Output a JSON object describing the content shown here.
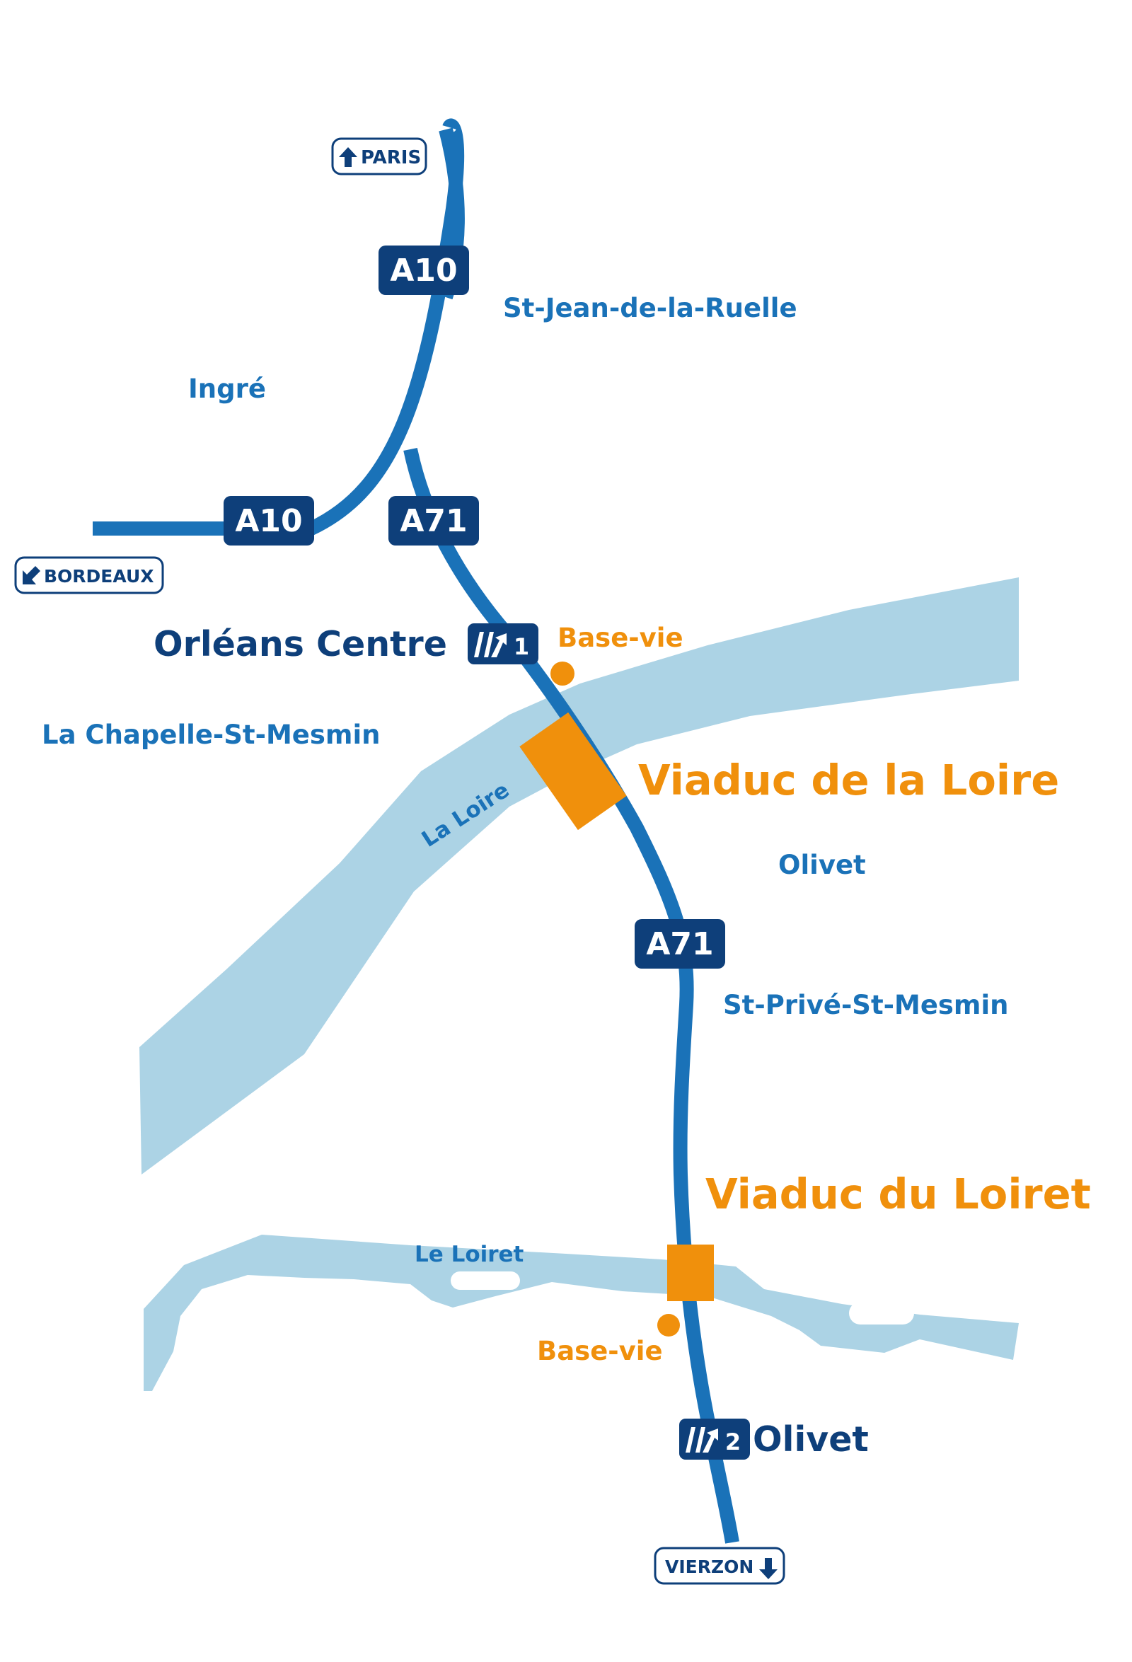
{
  "colors": {
    "road": "#1a72b8",
    "shield": "#0e3f7a",
    "water": "#acd3e5",
    "highlight": "#f0900c",
    "place": "#1a72b8",
    "exit_label": "#0e3f7a",
    "background": "#ffffff"
  },
  "directions": {
    "paris": {
      "label": "PARIS",
      "icon": "arrow-up-icon"
    },
    "bordeaux": {
      "label": "BORDEAUX",
      "icon": "arrow-down-left-icon"
    },
    "vierzon": {
      "label": "VIERZON",
      "icon": "arrow-down-icon"
    }
  },
  "shields": {
    "a10_north": "A10",
    "a10_west": "A10",
    "a71_north": "A71",
    "a71_south": "A71"
  },
  "exits": {
    "exit1": {
      "number": "1",
      "label": "Orléans Centre",
      "icon": "exit-icon"
    },
    "exit2": {
      "number": "2",
      "label": "Olivet",
      "icon": "exit-icon"
    }
  },
  "places": {
    "st_jean": "St-Jean-de-la-Ruelle",
    "ingre": "Ingré",
    "chapelle": "La Chapelle-St-Mesmin",
    "olivet": "Olivet",
    "st_prive": "St-Privé-St-Mesmin"
  },
  "rivers": {
    "loire": "La Loire",
    "loiret": "Le Loiret"
  },
  "works": {
    "viaduc_loire": "Viaduc de la Loire",
    "viaduc_loiret": "Viaduc du Loiret",
    "base_vie_north": "Base-vie",
    "base_vie_south": "Base-vie"
  }
}
